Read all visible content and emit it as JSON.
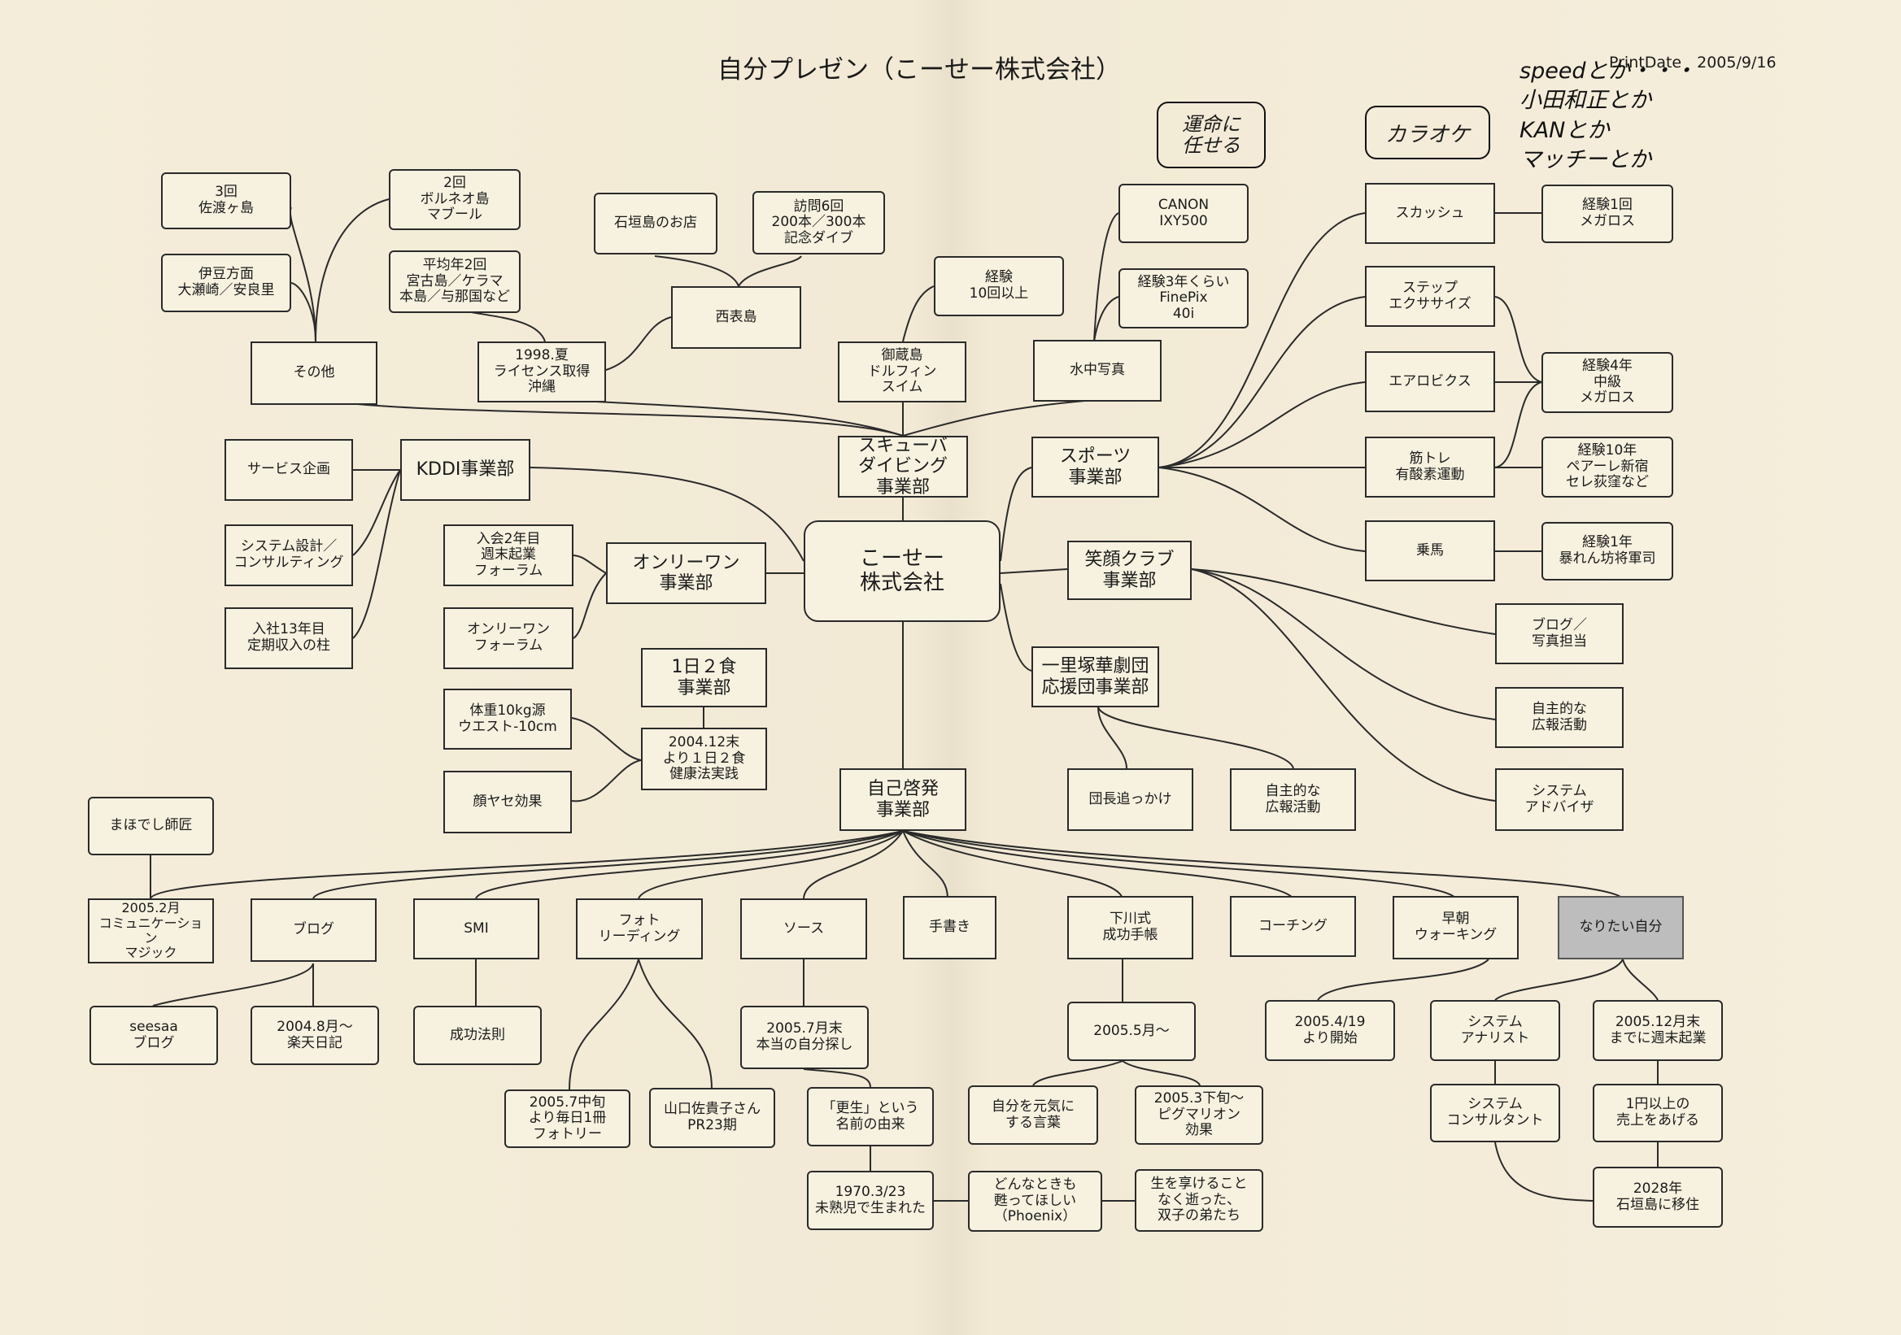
{
  "title": "自分プレゼン（こーせー株式会社）",
  "print_date": "PrintDate　2005/9/16",
  "handwritten": {
    "unmei": "運命に\n任せる",
    "karaoke": "カラオケ",
    "artists": "speedとか・・・\n小田和正とか\nKANとか\nマッチーとか"
  },
  "nodes": {
    "center": "こーせー\n株式会社",
    "scuba": "スキューバ\nダイビング\n事業部",
    "kddi": "KDDI事業部",
    "onlyone": "オンリーワン\n事業部",
    "ichinichi": "1日２食\n事業部",
    "jiko": "自己啓発\n事業部",
    "sports": "スポーツ\n事業部",
    "egao": "笑顔クラブ\n事業部",
    "ichirizuka": "一里塚華劇団\n応援団事業部",
    "sonota": "その他",
    "sado": "3回\n佐渡ヶ島",
    "izu": "伊豆方面\n大瀬崎／安良里",
    "borneo": "2回\nボルネオ島\nマブール",
    "miyako": "平均年2回\n宮古島／ケラマ\n本島／与那国など",
    "license": "1998.夏\nライセンス取得\n沖縄",
    "ishigaki_shop": "石垣島のお店",
    "houmon": "訪問6回\n200本／300本\n記念ダイブ",
    "iriomote": "西表島",
    "mikura_exp": "経験\n10回以上",
    "mikura": "御蔵島\nドルフィン\nスイム",
    "canon": "CANON\nIXY500",
    "finepix": "経験3年くらい\nFinePix\n40i",
    "suichu": "水中写真",
    "service": "サービス企画",
    "system_design": "システム設計／\nコンサルティング",
    "nyusha13": "入社13年目\n定期収入の柱",
    "nyukai2": "入会2年目\n週末起業\nフォーラム",
    "onlyone_forum": "オンリーワン\nフォーラム",
    "taiju": "体重10kg源\nウエスト-10cm",
    "kaoyase": "顔ヤセ効果",
    "kenko": "2004.12末\nより１日２食\n健康法実践",
    "squash": "スカッシュ",
    "squash_exp": "経験1回\nメガロス",
    "step": "ステップ\nエクササイズ",
    "aerobics": "エアロビクス",
    "aero_exp": "経験4年\n中級\nメガロス",
    "kintore": "筋トレ\n有酸素運動",
    "kin_exp": "経験10年\nペアーレ新宿\nセレ荻窪など",
    "joba": "乗馬",
    "joba_exp": "経験1年\n暴れん坊将軍司",
    "blog_photo": "ブログ／\n写真担当",
    "jishu1": "自主的な\n広報活動",
    "sys_adv": "システム\nアドバイザ",
    "dancho": "団長追っかけ",
    "jishu2": "自主的な\n広報活動",
    "mahoshi": "まほでし師匠",
    "comm_magic": "2005.2月\nコミュニケーショ\nン\nマジック",
    "blog": "ブログ",
    "smi": "SMI",
    "photo_reading": "フォト\nリーディング",
    "source": "ソース",
    "tegaki": "手書き",
    "shimokawa": "下川式\n成功手帳",
    "coaching": "コーチング",
    "soucho": "早朝\nウォーキング",
    "naritai": "なりたい自分",
    "seesaa": "seesaa\nブログ",
    "rakuten": "2004.8月～\n楽天日記",
    "seikou": "成功法則",
    "photory": "2005.7中旬\nより毎日1冊\nフォトリー",
    "yamaguchi": "山口佐貴子さん\nPR23期",
    "jibun_sagashi": "2005.7月末\n本当の自分探し",
    "kousei_name": "「更生」という\n名前の由来",
    "mijukuji": "1970.3/23\n未熟児で生まれた",
    "phoenix": "どんなときも\n甦ってほしい\n（Phoenix）",
    "futago": "生を享けること\nなく逝った、\n双子の弟たち",
    "may2005": "2005.5月～",
    "genki": "自分を元気に\nする言葉",
    "pygmalion": "2005.3下旬～\nピグマリオン\n効果",
    "walk_start": "2005.4/19\nより開始",
    "analyst": "システム\nアナリスト",
    "consultant": "システム\nコンサルタント",
    "shumatsu": "2005.12月末\nまでに週末起業",
    "oku": "1円以上の\n売上をあげる",
    "ijuu": "2028年\n石垣島に移住"
  }
}
